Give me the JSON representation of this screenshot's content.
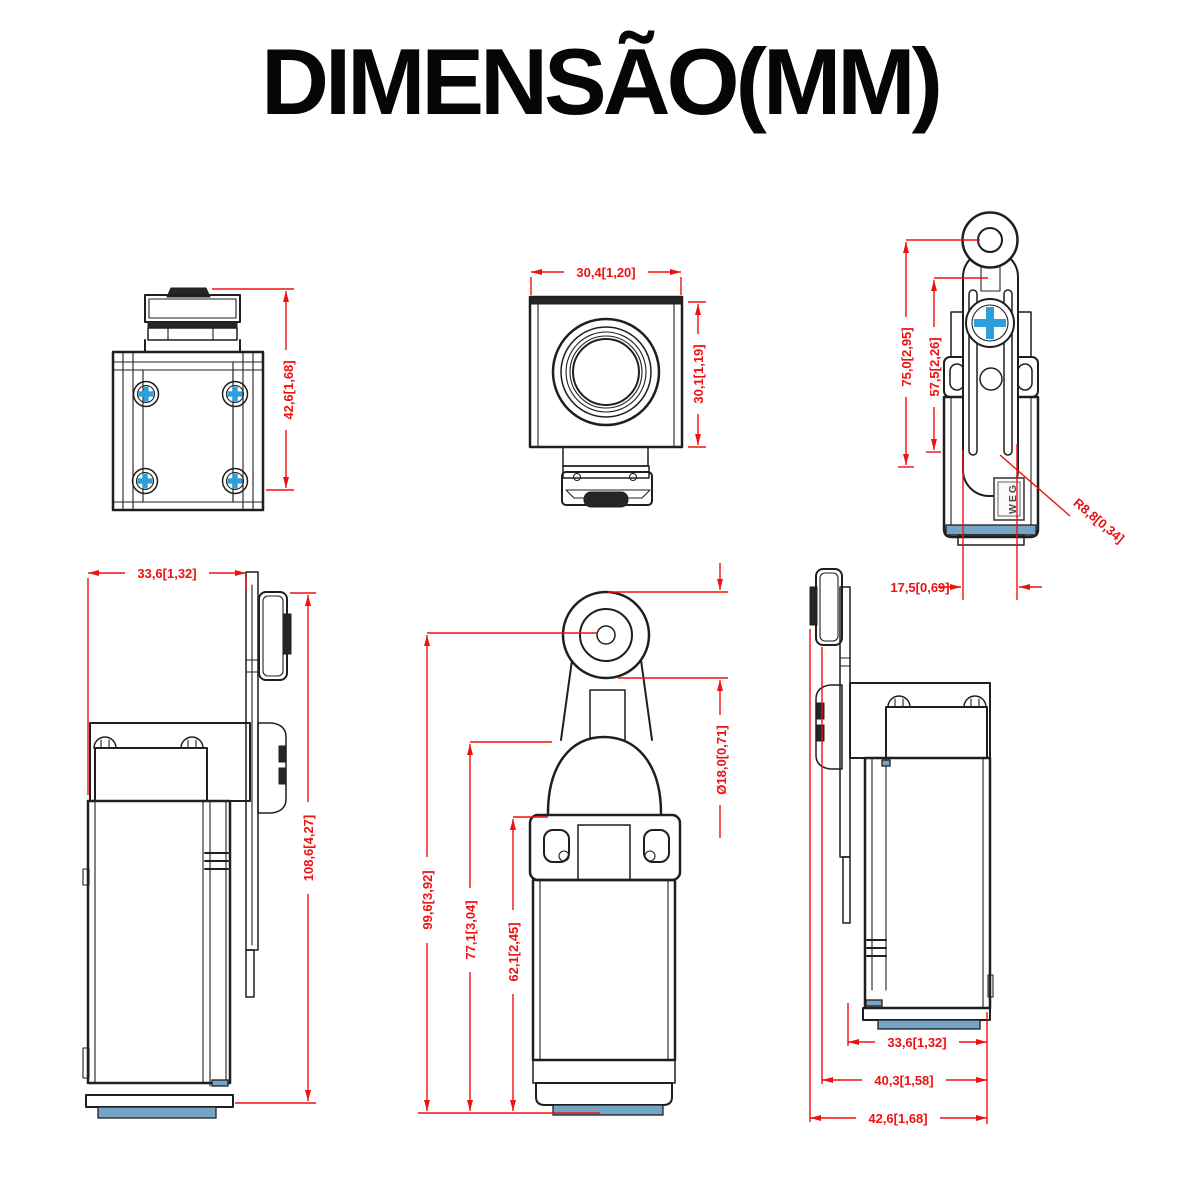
{
  "title": "DIMENSÃO(MM)",
  "logo": {
    "text": "WEG"
  },
  "colors": {
    "dimension_red": "#ee1111",
    "drawing_black": "#1f1f1f",
    "strip_blue": "#74a5c6",
    "screw_blue": "#2e9fd8"
  },
  "views": {
    "top_view": {
      "dim_height": "42,6[1,68]"
    },
    "head_front_view": {
      "dim_width": "30,4[1,20]",
      "dim_height": "30,1[1,19]"
    },
    "roller_lever_view": {
      "dim_lever_length": "75,0[2,95]",
      "dim_slot_length": "57,5[2,26]",
      "dim_slot_radius": "R8,8[0,34]",
      "dim_lever_offset": "17,5[0,69]"
    },
    "side_view_left": {
      "dim_depth": "33,6[1,32]",
      "dim_total_height": "108,6[4,27]"
    },
    "front_view": {
      "dim_total_height": "99,6[3,92]",
      "dim_height_to_head": "77,1[3,04]",
      "dim_body_height": "62,1[2,45]",
      "dim_roller_diameter": "Ø18,0[0,71]"
    },
    "side_view_right": {
      "dim_depth_body": "33,6[1,32]",
      "dim_depth_with_plate": "40,3[1,58]",
      "dim_depth_total": "42,6[1,68]"
    }
  }
}
